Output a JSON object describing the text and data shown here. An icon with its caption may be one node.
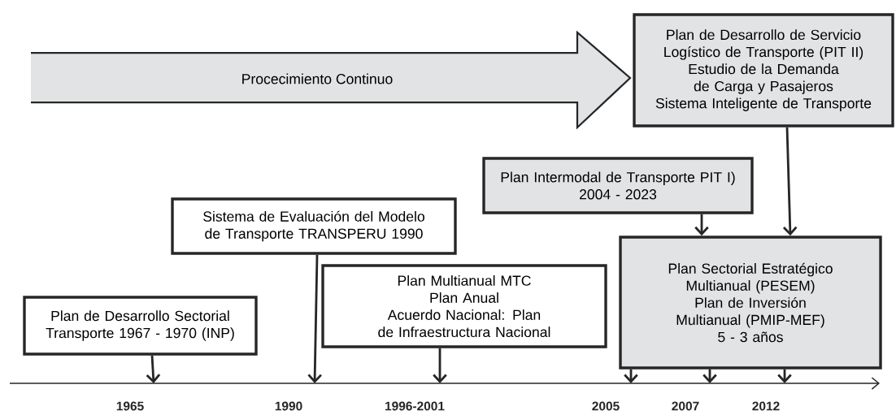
{
  "diagram": {
    "nodes": [
      {
        "text": [
          "Procecimiento Continuo"
        ]
      },
      {
        "text": [
          "Plan de Desarrollo de Servicio Logístico de Transporte (PIT II)",
          "Estudio de la Demanda de Carga y Pasajeros",
          "Sistema Inteligente de Transporte"
        ]
      },
      {
        "text": [
          "Plan Intermodal de Transporte PIT I)",
          "2004 - 2023"
        ]
      },
      {
        "text": [
          "Sistema de Evaluación del Modelo de Transporte TRANSPERU 1990"
        ]
      },
      {
        "text": [
          "Plan Multianual MTC",
          "Plan Anual",
          "Acuerdo Nacional: Plan de Infraestructura Nacional"
        ]
      },
      {
        "text": [
          "Plan de Desarrollo Sectorial Transporte 1967 - 1970 (INP)"
        ]
      },
      {
        "text": [
          "Plan Sectorial Estratégico Multianual (PESEM)",
          "Plan de Inversión Multianual (PMIP-MEF)",
          "5 - 3 años"
        ]
      }
    ],
    "edges": [
      {
        "from": 1,
        "to": 6,
        "arrow": "to"
      },
      {
        "from": 2,
        "to": 6,
        "arrow": "to"
      },
      {
        "from": 5,
        "to": null,
        "arrow": "to"
      },
      {
        "from": 3,
        "to": null,
        "arrow": "to"
      },
      {
        "from": 4,
        "to": null,
        "arrow": "to"
      },
      {
        "from": 6,
        "to": null,
        "arrow": "to"
      },
      {
        "from": 6,
        "to": null,
        "arrow": "to"
      },
      {
        "from": 6,
        "to": null,
        "arrow": "to"
      }
    ],
    "labels": [
      "1965",
      "1990",
      "1996-2001",
      "2005",
      "2007",
      "2012"
    ]
  }
}
